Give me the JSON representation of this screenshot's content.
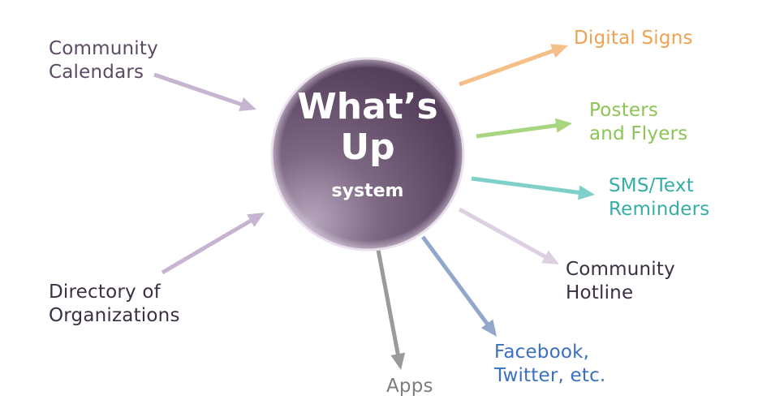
{
  "hub": {
    "title_line1": "What’s",
    "title_line2": "Up",
    "subtitle": "system"
  },
  "inputs": [
    {
      "id": "community-calendars",
      "lines": [
        "Community",
        "Calendars"
      ],
      "color": "#5b4a63",
      "arrow_color": "#c6b4d0"
    },
    {
      "id": "directory-of-organizations",
      "lines": [
        "Directory of",
        "Organizations"
      ],
      "color": "#3b2f42",
      "arrow_color": "#c6b4d0"
    }
  ],
  "outputs": [
    {
      "id": "digital-signs",
      "lines": [
        "Digital Signs"
      ],
      "color": "#f0a152",
      "arrow_color": "#f6bf88"
    },
    {
      "id": "posters-and-flyers",
      "lines": [
        "Posters",
        "and Flyers"
      ],
      "color": "#8cc455",
      "arrow_color": "#a8d580"
    },
    {
      "id": "sms-text-reminders",
      "lines": [
        "SMS/Text",
        "Reminders"
      ],
      "color": "#35aea6",
      "arrow_color": "#7fcfca"
    },
    {
      "id": "community-hotline",
      "lines": [
        "Community",
        "Hotline"
      ],
      "color": "#3b2f42",
      "arrow_color": "#ddd0e2"
    },
    {
      "id": "facebook-twitter",
      "lines": [
        "Facebook,",
        "Twitter, etc."
      ],
      "color": "#3a6fc4",
      "arrow_color": "#93a7cc"
    },
    {
      "id": "apps",
      "lines": [
        "Apps"
      ],
      "color": "#7d7d7d",
      "arrow_color": "#9a9a9a"
    }
  ]
}
